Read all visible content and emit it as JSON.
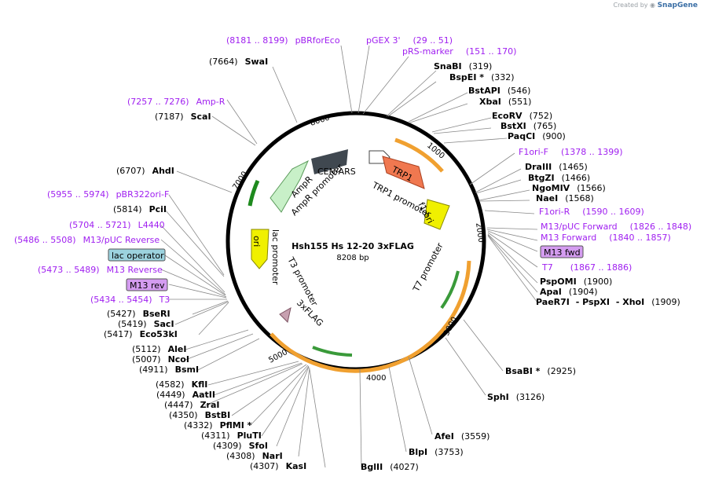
{
  "attribution": {
    "created_by": "Created by",
    "brand": "SnapGene"
  },
  "plasmid": {
    "name": "Hsh155 Hs 12-20 3xFLAG",
    "size": "8208 bp",
    "length": 8208
  },
  "colors": {
    "enzyme": "#000000",
    "primer": "#a020f0",
    "lac_operator": "#9cd2de",
    "primer_box": "#d49cf0"
  },
  "ticks": [
    "1000",
    "2000",
    "3000",
    "4000",
    "5000",
    "7000",
    "8000"
  ],
  "enzymes": [
    {
      "name": "SwaI",
      "pos": "(7664)",
      "side": "left"
    },
    {
      "name": "ScaI",
      "pos": "(7187)",
      "side": "left"
    },
    {
      "name": "AhdI",
      "pos": "(6707)",
      "side": "left"
    },
    {
      "name": "PciI",
      "pos": "(5814)",
      "side": "left"
    },
    {
      "name": "BseRI",
      "pos": "(5427)",
      "side": "left"
    },
    {
      "name": "SacI",
      "pos": "(5419)",
      "side": "left"
    },
    {
      "name": "Eco53kI",
      "pos": "(5417)",
      "side": "left"
    },
    {
      "name": "AleI",
      "pos": "(5112)",
      "side": "left"
    },
    {
      "name": "NcoI",
      "pos": "(5007)",
      "side": "left"
    },
    {
      "name": "BsmI",
      "pos": "(4911)",
      "side": "left"
    },
    {
      "name": "KflI",
      "pos": "(4582)",
      "side": "left"
    },
    {
      "name": "AatII",
      "pos": "(4449)",
      "side": "left"
    },
    {
      "name": "ZraI",
      "pos": "(4447)",
      "side": "left"
    },
    {
      "name": "BstBI",
      "pos": "(4350)",
      "side": "left"
    },
    {
      "name": "PflMI *",
      "pos": "(4332)",
      "side": "left"
    },
    {
      "name": "PluTI",
      "pos": "(4311)",
      "side": "left"
    },
    {
      "name": "SfoI",
      "pos": "(4309)",
      "side": "left"
    },
    {
      "name": "NarI",
      "pos": "(4308)",
      "side": "left"
    },
    {
      "name": "KasI",
      "pos": "(4307)",
      "side": "left"
    },
    {
      "name": "BglII",
      "pos": "(4027)",
      "side": "right"
    },
    {
      "name": "BlpI",
      "pos": "(3753)",
      "side": "right"
    },
    {
      "name": "AfeI",
      "pos": "(3559)",
      "side": "right"
    },
    {
      "name": "SphI",
      "pos": "(3126)",
      "side": "right"
    },
    {
      "name": "BsaBI *",
      "pos": "(2925)",
      "side": "right"
    },
    {
      "name": "SnaBI",
      "pos": "(319)",
      "side": "right"
    },
    {
      "name": "BspEI *",
      "pos": "(332)",
      "side": "right"
    },
    {
      "name": "BstAPI",
      "pos": "(546)",
      "side": "right"
    },
    {
      "name": "XbaI",
      "pos": "(551)",
      "side": "right"
    },
    {
      "name": "EcoRV",
      "pos": "(752)",
      "side": "right"
    },
    {
      "name": "BstXI",
      "pos": "(765)",
      "side": "right"
    },
    {
      "name": "PaqCI",
      "pos": "(900)",
      "side": "right"
    },
    {
      "name": "DraIII",
      "pos": "(1465)",
      "side": "right"
    },
    {
      "name": "BtgZI",
      "pos": "(1466)",
      "side": "right"
    },
    {
      "name": "NgoMIV",
      "pos": "(1566)",
      "side": "right"
    },
    {
      "name": "NaeI",
      "pos": "(1568)",
      "side": "right"
    },
    {
      "name": "PspOMI",
      "pos": "(1900)",
      "side": "right"
    },
    {
      "name": "ApaI",
      "pos": "(1904)",
      "side": "right"
    },
    {
      "name": "PaeR7I",
      "pos": "",
      "side": "right"
    },
    {
      "name": "PspXI",
      "pos": "",
      "side": "right"
    },
    {
      "name": "XhoI",
      "pos": "(1909)",
      "side": "right"
    }
  ],
  "primers": [
    {
      "name": "pBRforEco",
      "range": "(8181 .. 8199)"
    },
    {
      "name": "pGEX 3'",
      "range": "(29 .. 51)"
    },
    {
      "name": "pRS-marker",
      "range": "(151 .. 170)"
    },
    {
      "name": "Amp-R",
      "range": "(7257 .. 7276)"
    },
    {
      "name": "F1ori-F",
      "range": "(1378 .. 1399)"
    },
    {
      "name": "F1ori-R",
      "range": "(1590 .. 1609)"
    },
    {
      "name": "M13/pUC Forward",
      "range": "(1826 .. 1848)"
    },
    {
      "name": "M13 Forward",
      "range": "(1840 .. 1857)"
    },
    {
      "name": "M13 fwd",
      "range": ""
    },
    {
      "name": "T7",
      "range": "(1867 .. 1886)"
    },
    {
      "name": "pBR322ori-F",
      "range": "(5955 .. 5974)"
    },
    {
      "name": "L4440",
      "range": "(5704 .. 5721)"
    },
    {
      "name": "M13/pUC Reverse",
      "range": "(5486 .. 5508)"
    },
    {
      "name": "lac operator",
      "range": ""
    },
    {
      "name": "M13 Reverse",
      "range": "(5473 .. 5489)"
    },
    {
      "name": "M13 rev",
      "range": ""
    },
    {
      "name": "T3",
      "range": "(5434 .. 5454)"
    }
  ],
  "features": [
    {
      "name": "CEN/ARS"
    },
    {
      "name": "TRP1"
    },
    {
      "name": "TRP1 promoter"
    },
    {
      "name": "AmpR"
    },
    {
      "name": "AmpR promoter"
    },
    {
      "name": "f1 ori"
    },
    {
      "name": "ori"
    },
    {
      "name": "lac promoter"
    },
    {
      "name": "T3 promoter"
    },
    {
      "name": "3xFLAG"
    },
    {
      "name": "T7 promoter"
    }
  ]
}
